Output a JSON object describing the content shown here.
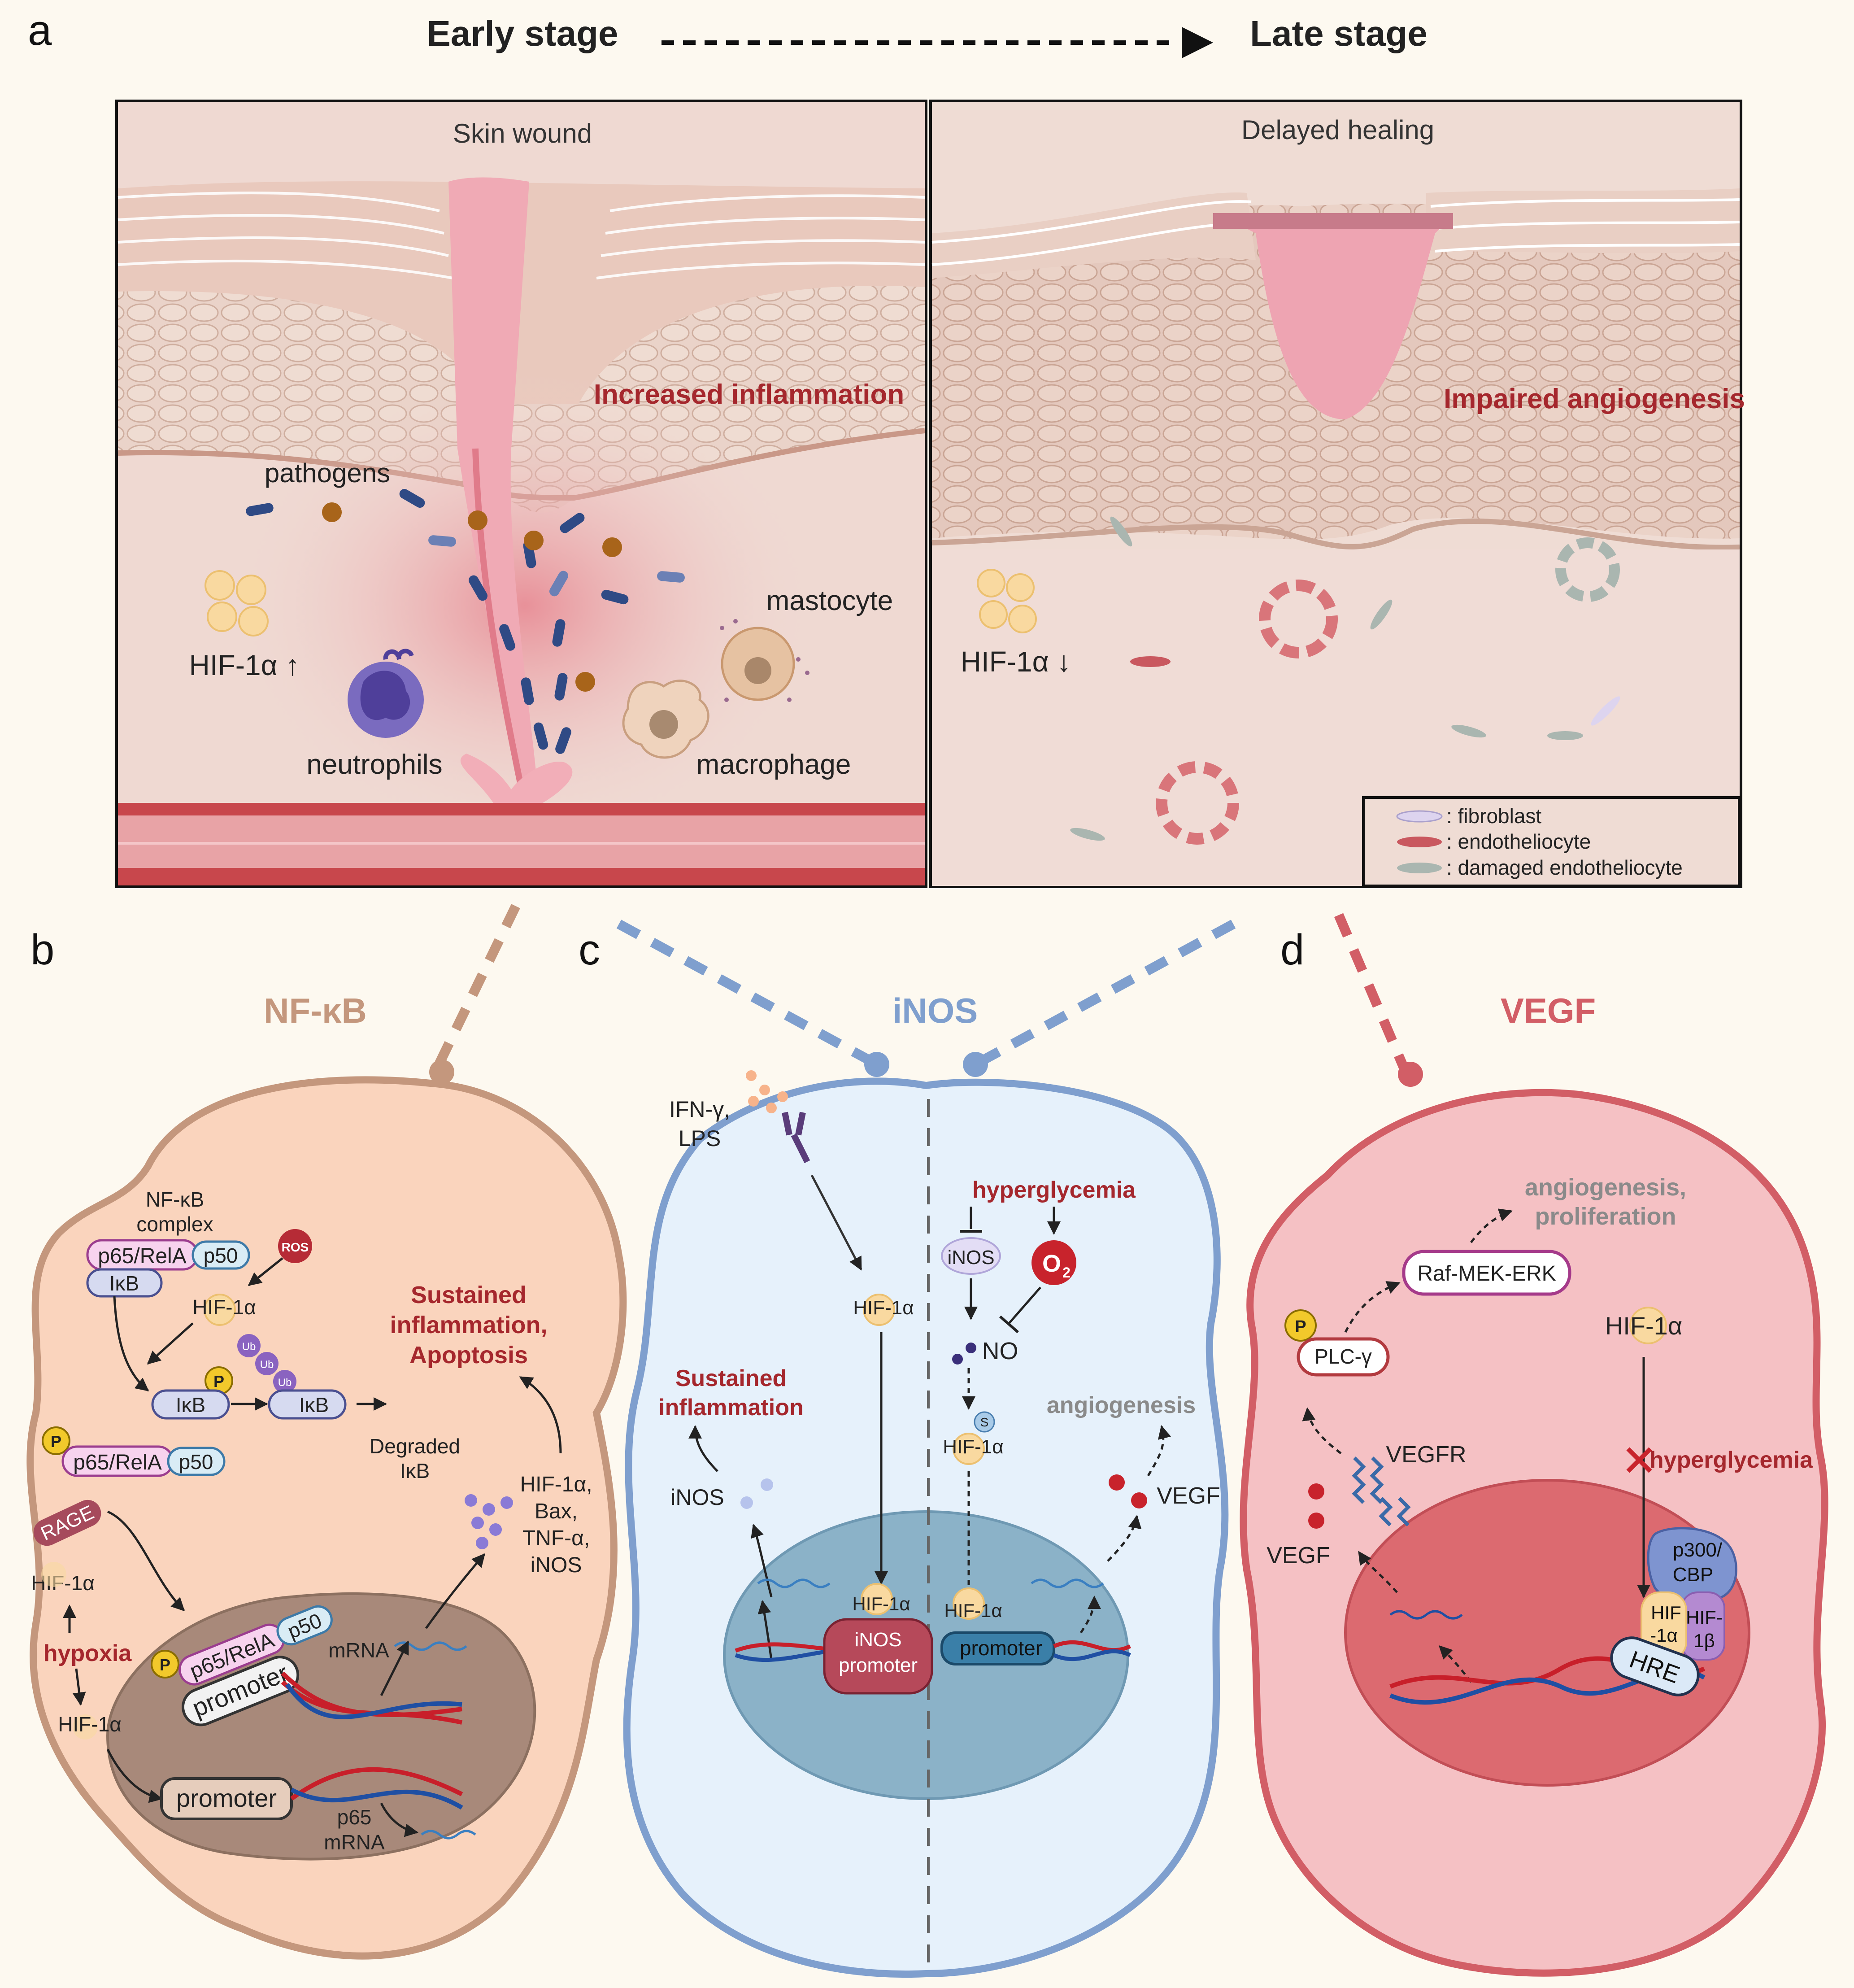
{
  "panel_letters": {
    "a": "a",
    "b": "b",
    "c": "c",
    "d": "d"
  },
  "header": {
    "early": "Early stage",
    "late": "Late stage"
  },
  "panel_a_left": {
    "title": "Skin wound",
    "highlight": "Increased inflammation",
    "pathogens": "pathogens",
    "hif": "HIF-1α ↑",
    "neutrophils": "neutrophils",
    "mastocyte": "mastocyte",
    "macrophage": "macrophage"
  },
  "panel_a_right": {
    "title": "Delayed healing",
    "highlight": "Impaired angiogenesis",
    "hif": "HIF-1α ↓",
    "legend": [
      ": fibroblast",
      ": endotheliocyte",
      ": damaged endotheliocyte"
    ]
  },
  "panel_b": {
    "title": "NF-κB",
    "complex_line1": "NF-κB",
    "complex_line2": "complex",
    "p65": "p65/RelA",
    "p50": "p50",
    "ikb": "IκB",
    "ros": "ROS",
    "hif": "HIF-1α",
    "p": "P",
    "ub": "Ub",
    "degraded_line1": "Degraded",
    "degraded_line2": "IκB",
    "sustained_line1": "Sustained",
    "sustained_line2": "inflammation,",
    "sustained_line3": "Apoptosis",
    "targets": [
      "HIF-1α,",
      "Bax,",
      "TNF-α,",
      "iNOS"
    ],
    "rage": "RAGE",
    "hypoxia": "hypoxia",
    "mrna": "mRNA",
    "promoter": "promoter",
    "p65mrna_line1": "p65",
    "p65mrna_line2": "mRNA"
  },
  "panel_c": {
    "title": "iNOS",
    "ifn_line1": "IFN-γ,",
    "ifn_line2": "LPS",
    "hif": "HIF-1α",
    "sustained_line1": "Sustained",
    "sustained_line2": "inflammation",
    "inos": "iNOS",
    "inos_promoter_line1": "iNOS",
    "inos_promoter_line2": "promoter",
    "promoter": "promoter",
    "hyperglycemia": "hyperglycemia",
    "o2": "O",
    "o2_sub": "2",
    "no": "NO",
    "s": "S",
    "angiogenesis": "angiogenesis",
    "vegf": "VEGF"
  },
  "panel_d": {
    "title": "VEGF",
    "angio_line1": "angiogenesis,",
    "angio_line2": "proliferation",
    "raf": "Raf-MEK-ERK",
    "plc": "PLC-γ",
    "p": "P",
    "hif": "HIF-1α",
    "vegfr": "VEGFR",
    "hyperglycemia": "hyperglycemia",
    "vegf": "VEGF",
    "p300_line1": "p300/",
    "p300_line2": "CBP",
    "hif1a_line1": "HIF",
    "hif1a_line2": "-1α",
    "hif1b_line1": "HIF-",
    "hif1b_line2": "1β",
    "hre": "HRE"
  },
  "colors": {
    "dark_red": "#a5272d",
    "nfkb_brown": "#c4977d",
    "inos_blue": "#7f9fce",
    "vegf_red": "#d25e66",
    "skin_pink": "#f2b8bf",
    "background": "#fdf9f0"
  }
}
